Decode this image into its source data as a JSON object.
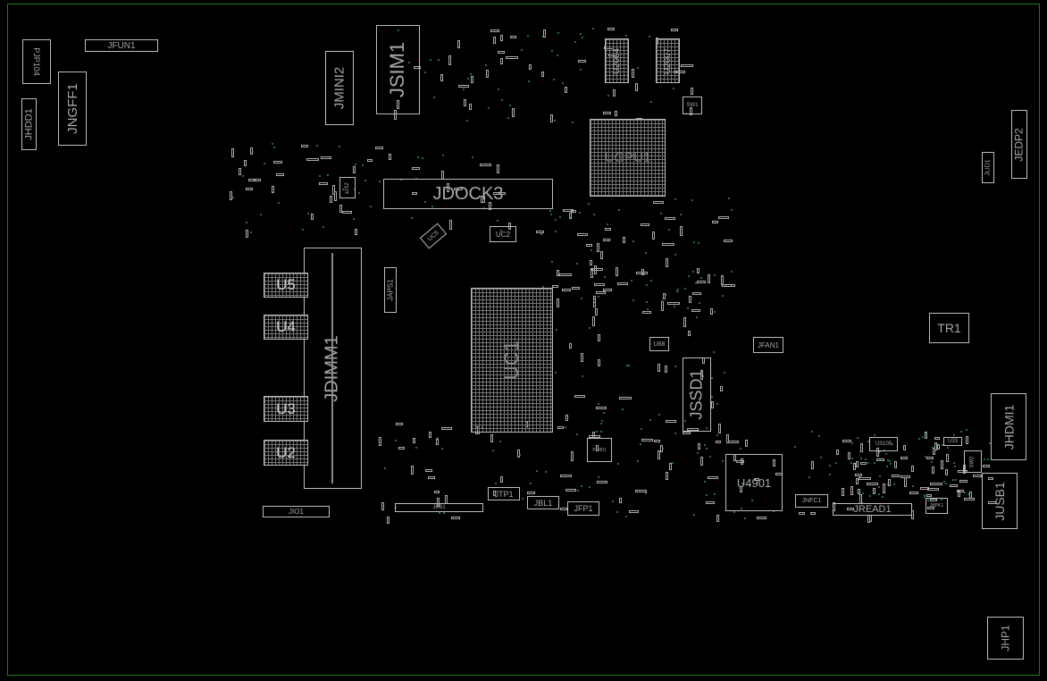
{
  "board": {
    "outline_color": "#1f7a1f",
    "silkscreen_color": "#bdbdbd",
    "via_color": "#2e8a7a",
    "components": {
      "jfun1": "JFUN1",
      "pjp104": "PJP104",
      "jhdd1": "JHDD1",
      "jngff1": "JNGFF1",
      "jmini2": "JMINI2",
      "jsim1": "JSIM1",
      "jdock3": "JDOCK3",
      "u2004": "U2004",
      "u2007": "U2007",
      "ugpu1": "UGPU1",
      "sw1": "SW1",
      "uc2": "UC2",
      "uc5": "UC5",
      "us2": "US2",
      "japs1": "JAPS1",
      "jdimm1": "JDIMM1",
      "u5": "U5",
      "u4": "U4",
      "u3": "U3",
      "u2": "U2",
      "uc1": "UC1",
      "jssd1": "JSSD1",
      "u68": "U68",
      "jfan1": "JFAN1",
      "tr1": "TR1",
      "jhdmi1": "JHDMI1",
      "jedp2": "JEDP2",
      "jlid1": "JLID1",
      "u4901": "U4901",
      "jnfc1": "JNFC1",
      "jread1": "JREAD1",
      "us105": "US105",
      "u33": "U33",
      "sw2": "SW2",
      "jusb1": "JUSB1",
      "jbpk1": "JBPK1",
      "jhp1": "JHP1",
      "jio1": "JIO1",
      "jkb1": "JKB1",
      "jtp1": "JTP1",
      "jbl1": "JBL1",
      "jfp1": "JFP1",
      "pu801": "PU801"
    }
  }
}
